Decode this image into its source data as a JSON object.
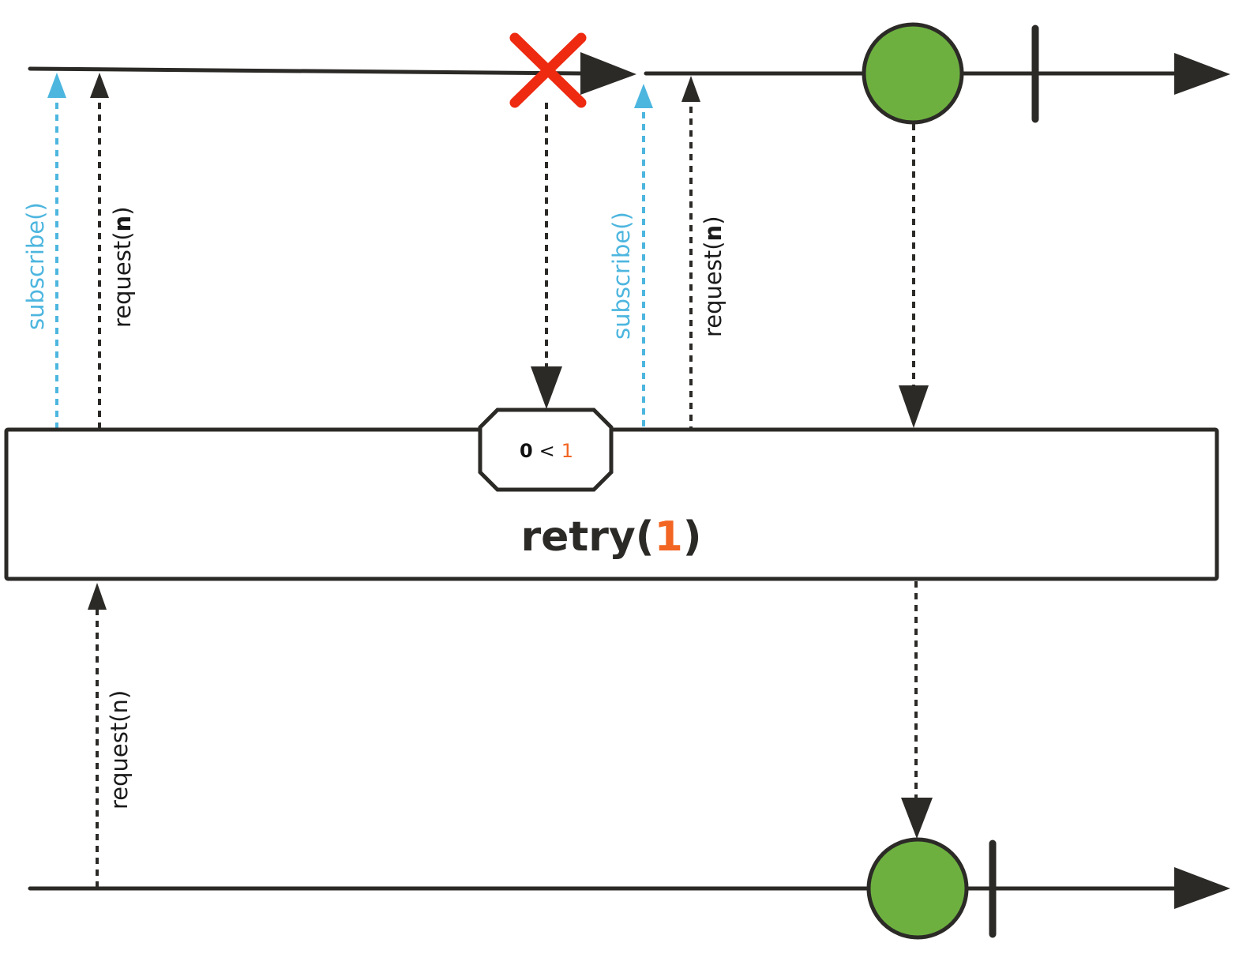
{
  "operator": {
    "name": "retry(",
    "argument": "1",
    "close": ")"
  },
  "condition": {
    "left": "0",
    "op": "<",
    "right": "1"
  },
  "labels": {
    "subscribe": "subscribe()",
    "request_prefix": "request(",
    "request_arg": "n",
    "request_suffix": ")",
    "request_plain": "request(n)"
  },
  "colors": {
    "line": "#2c2a27",
    "subscribe": "#4db6df",
    "error": "#ee2a11",
    "onNext": "#6db040",
    "accent": "#f26522"
  }
}
